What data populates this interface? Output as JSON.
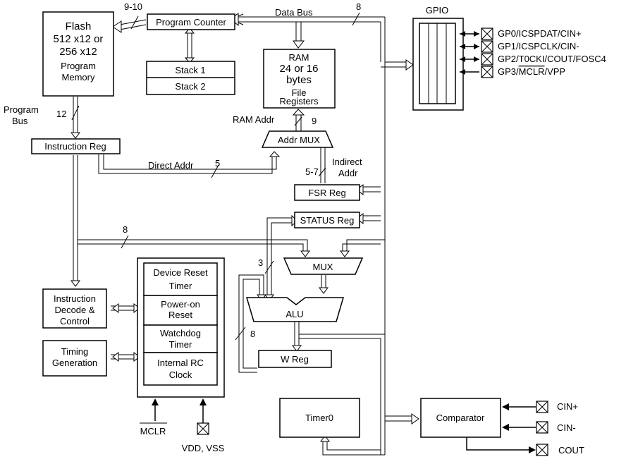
{
  "blocks": {
    "flash": [
      "Flash",
      "512 x12 or",
      "256 x12",
      "Program",
      "Memory"
    ],
    "program_counter": "Program Counter",
    "stack1": "Stack 1",
    "stack2": "Stack 2",
    "ram": [
      "RAM",
      "24 or 16",
      "bytes",
      "File",
      "Registers"
    ],
    "gpio": "GPIO",
    "instruction_reg": "Instruction Reg",
    "addr_mux": "Addr MUX",
    "fsr_reg": "FSR Reg",
    "status_reg": "STATUS Reg",
    "mux": "MUX",
    "alu": "ALU",
    "w_reg": "W Reg",
    "instruction_decode": [
      "Instruction",
      "Decode &",
      "Control"
    ],
    "timing_generation": [
      "Timing",
      "Generation"
    ],
    "device_reset_timer": [
      "Device Reset",
      "Timer"
    ],
    "power_on_reset": [
      "Power-on",
      "Reset"
    ],
    "watchdog_timer": [
      "Watchdog",
      "Timer"
    ],
    "internal_rc_clock": [
      "Internal RC",
      "Clock"
    ],
    "timer0": "Timer0",
    "comparator": "Comparator"
  },
  "labels": {
    "data_bus": "Data Bus",
    "program_bus": [
      "Program",
      "Bus"
    ],
    "ram_addr": "RAM Addr",
    "direct_addr": "Direct Addr",
    "indirect_addr": [
      "Indirect",
      "Addr"
    ],
    "w_9_10": "9-10",
    "w_8_top": "8",
    "w_12": "12",
    "w_9": "9",
    "w_5": "5",
    "w_5_7": "5-7",
    "w_8_mid": "8",
    "w_3": "3",
    "w_8_alu": "8"
  },
  "pins": {
    "gp0": "GP0/ICSPDAT/CIN+",
    "gp1": "GP1/ICSPCLK/CIN-",
    "gp2": "GP2/T0CKI/COUT/FOSC4",
    "gp3_prefix": "GP3/",
    "gp3_over": "MCLR",
    "gp3_suffix": "/VPP",
    "cin_plus": "CIN+",
    "cin_minus": "CIN-",
    "cout": "COUT",
    "mclr": "MCLR",
    "vdd_vss": "VDD, VSS"
  }
}
